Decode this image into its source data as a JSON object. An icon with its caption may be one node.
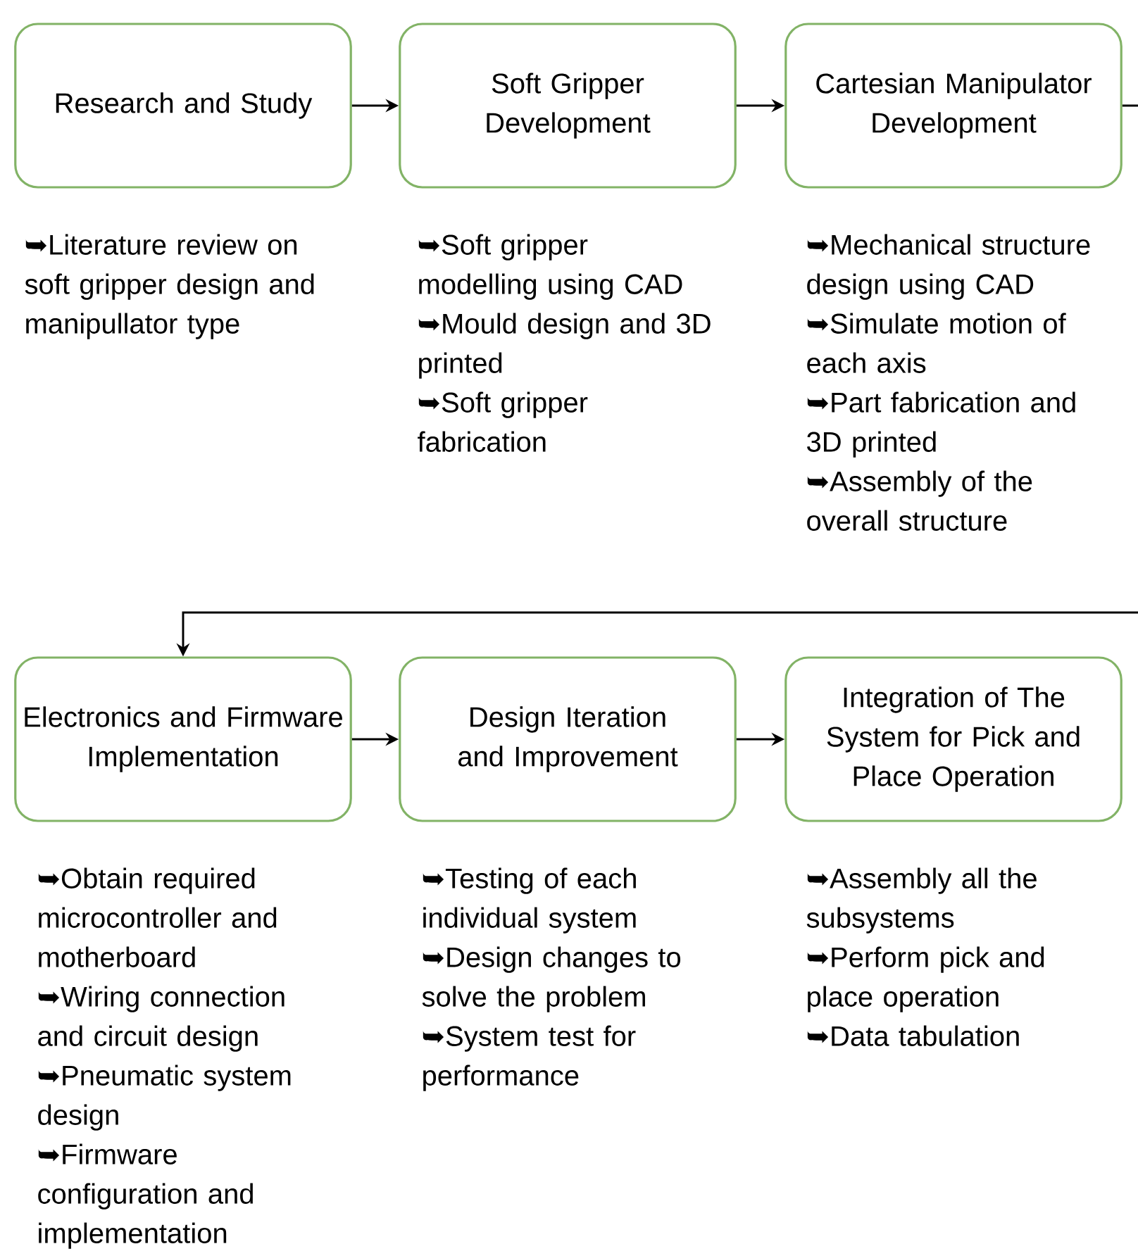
{
  "diagram": {
    "nodes": [
      {
        "text": [
          "Research and Study"
        ],
        "beside": [
          "➥Literature review on soft gripper design and manipullator type"
        ]
      },
      {
        "text": [
          "Soft Gripper Development"
        ],
        "beside": [
          "➥Soft gripper modelling using CAD",
          "➥Mould design and 3D printed",
          "➥Soft gripper fabrication"
        ]
      },
      {
        "text": [
          "Cartesian Manipulator Development"
        ],
        "beside": [
          "➥Mechanical structure design using CAD",
          "➥Simulate motion of each axis",
          "➥Part fabrication and 3D printed",
          "➥Assembly of the overall structure"
        ]
      },
      {
        "text": [
          "Electronics and Firmware Implementation"
        ],
        "beside": [
          "➥Obtain required microcontroller and motherboard",
          "➥Wiring connection and circuit design",
          "➥Pneumatic system design",
          "➥Firmware configuration and implementation"
        ]
      },
      {
        "text": [
          "Design Iteration and Improvement"
        ],
        "beside": [
          "➥Testing of each individual system",
          "➥Design changes to solve the problem",
          "➥System test for performance"
        ]
      },
      {
        "text": [
          "Integration of The System for Pick and Place Operation"
        ],
        "beside": [
          "➥Assembly all the subsystems",
          "➥Perform pick and place operation",
          "➥Data tabulation"
        ]
      }
    ],
    "edges": [
      {
        "from": 0,
        "to": 1,
        "arrow": "to"
      },
      {
        "from": 1,
        "to": 2,
        "arrow": "to"
      },
      {
        "from": 2,
        "to": 3,
        "arrow": "to"
      },
      {
        "from": 3,
        "to": 4,
        "arrow": "to"
      },
      {
        "from": 4,
        "to": 5,
        "arrow": "to"
      }
    ]
  }
}
